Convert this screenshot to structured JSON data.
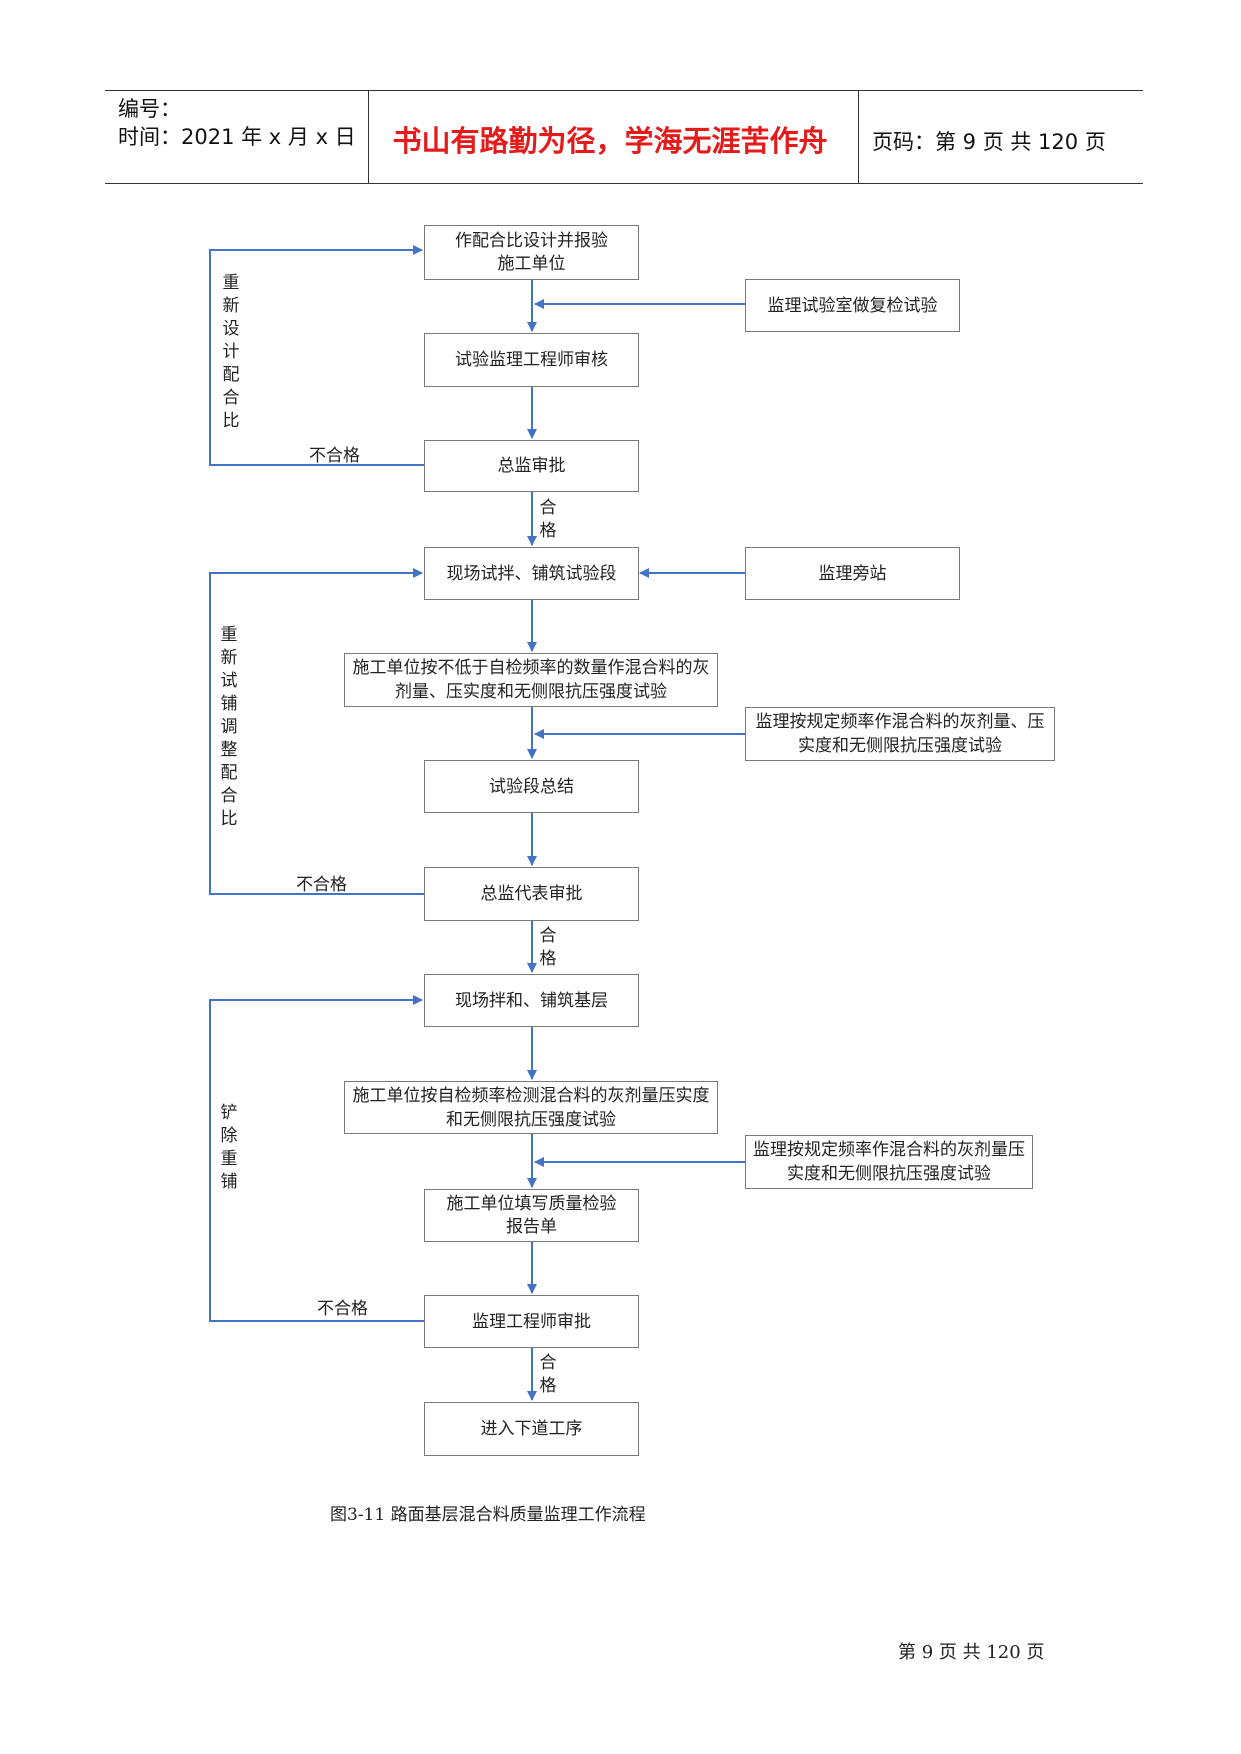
{
  "header": {
    "number_label": "编号：",
    "time_label": "时间：2021 年 x 月 x 日",
    "motto": "书山有路勤为径，学海无涯苦作舟",
    "page_label": "页码：第 9 页  共 120 页"
  },
  "flowchart": {
    "nodes": {
      "design": "作配合比设计并报验 施工单位",
      "lab_recheck": "监理试验室做复检试验",
      "engineer_review": "试验监理工程师审核",
      "chief_approve_1": "总监审批",
      "trial_mix": "现场试拌、铺筑试验段",
      "supervise_station": "监理旁站",
      "contractor_test_1": "施工单位按不低于自检频率的数量作混合料的灰剂量、压实度和无侧限抗压强度试验",
      "supervisor_test_1": "监理按规定频率作混合料的灰剂量、压实度和无侧限抗压强度试验",
      "trial_summary": "试验段总结",
      "chief_rep_approve": "总监代表审批",
      "site_mix": "现场拌和、铺筑基层",
      "contractor_test_2": "施工单位按自检频率检测混合料的灰剂量压实度和无侧限抗压强度试验",
      "supervisor_test_2": "监理按规定频率作混合料的灰剂量压实度和无侧限抗压强度试验",
      "quality_report": "施工单位填写质量检验 报告单",
      "engineer_approve": "监理工程师审批",
      "next_process": "进入下道工序"
    },
    "labels": {
      "fail": "不合格",
      "pass": "合格",
      "loop_1": "重新设计配合比",
      "loop_2": "重新试铺调整配合比",
      "loop_3": "铲除重铺"
    }
  },
  "caption": "图3-11    路面基层混合料质量监理工作流程",
  "footer": "第 9 页 共 120 页",
  "colors": {
    "arrow": "#4472c4",
    "motto": "#e31b1b",
    "box_border": "#7a7a7a"
  }
}
